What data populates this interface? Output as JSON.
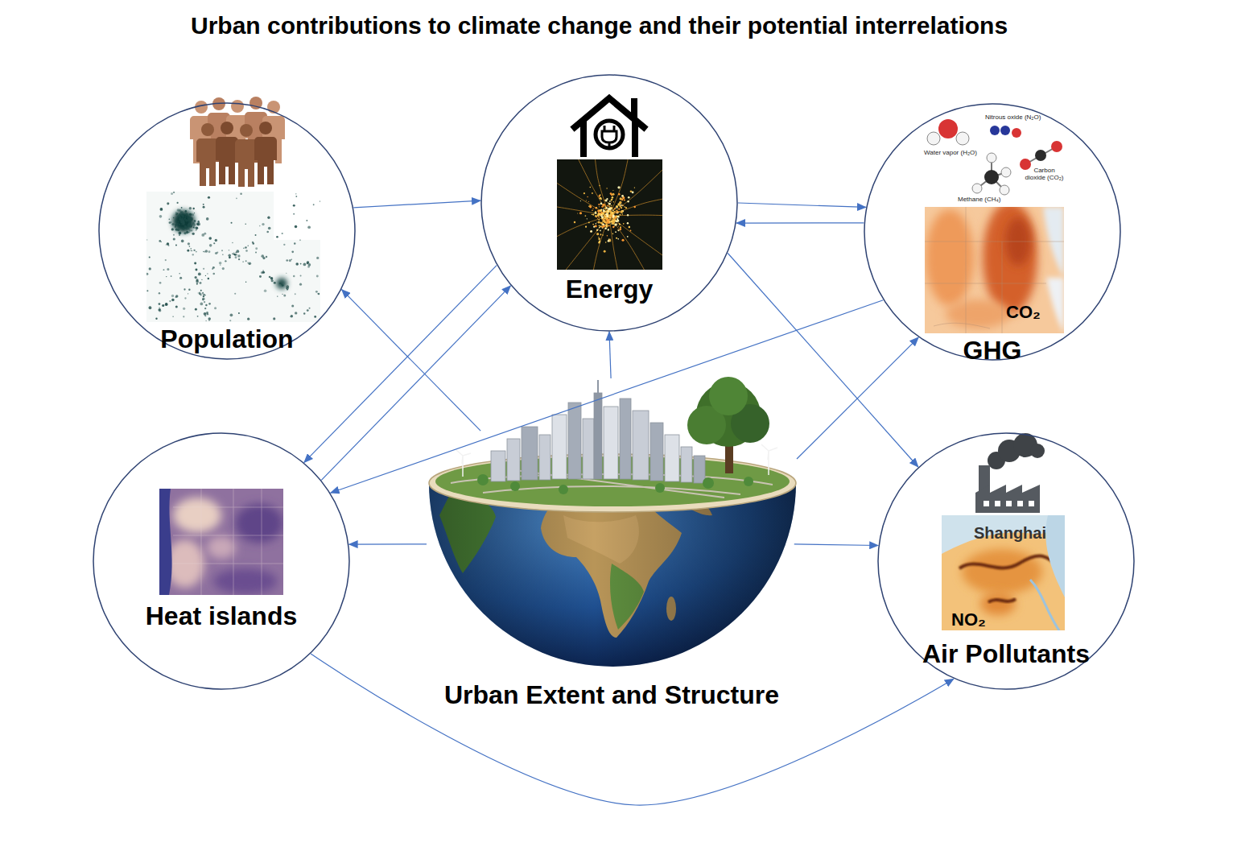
{
  "diagram": {
    "title": "Urban contributions to climate change and their potential interrelations",
    "nodes": [
      {
        "text": [
          "Population"
        ]
      },
      {
        "text": [
          "Energy"
        ]
      },
      {
        "text": [
          "GHG"
        ]
      },
      {
        "text": [
          "Heat islands"
        ]
      },
      {
        "text": [
          "Urban Extent and Structure"
        ]
      },
      {
        "text": [
          "Air Pollutants"
        ]
      }
    ],
    "edges": [
      {
        "from": 0,
        "to": 1,
        "arrow": "to"
      },
      {
        "from": 1,
        "to": 2,
        "arrow": "to"
      },
      {
        "from": 2,
        "to": 1,
        "arrow": "to"
      },
      {
        "from": 4,
        "to": 0,
        "arrow": "to"
      },
      {
        "from": 4,
        "to": 1,
        "arrow": "to"
      },
      {
        "from": 1,
        "to": 3,
        "arrow": "to"
      },
      {
        "from": 3,
        "to": 1,
        "arrow": "to"
      },
      {
        "from": 2,
        "to": 3,
        "arrow": "to"
      },
      {
        "from": 4,
        "to": 2,
        "arrow": "to"
      },
      {
        "from": 1,
        "to": 5,
        "arrow": "to"
      },
      {
        "from": 4,
        "to": 3,
        "arrow": "to"
      },
      {
        "from": 4,
        "to": 5,
        "arrow": "to"
      },
      {
        "from": 3,
        "to": 5,
        "arrow": "to"
      }
    ],
    "labels": [
      "Nitrous oxide (N₂O)",
      "Water vapor (H₂O)",
      "Carbon dioxide (CO₂)",
      "Methane (CH₄)",
      "CO₂",
      "Shanghai",
      "NO₂"
    ]
  }
}
